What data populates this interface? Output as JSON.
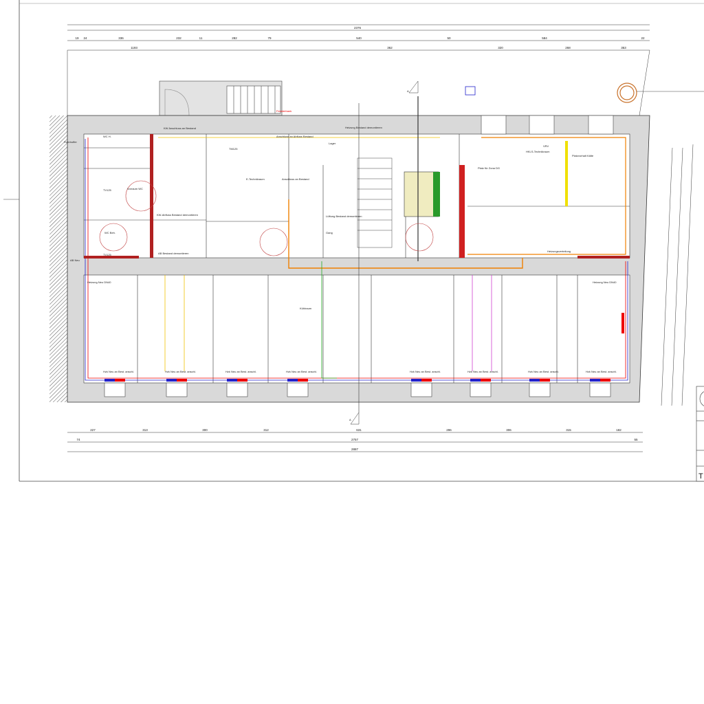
{
  "drawing": {
    "colors": {
      "wall": "#d9d9d9",
      "heating_red": "#e00000",
      "heating_blue": "#2020d0",
      "ventilation_orange": "#f08000",
      "cable_yellow": "#f0e000",
      "green": "#22aa22",
      "magenta": "#d040d0"
    },
    "dimensions": {
      "top_total": "2376",
      "top_row": [
        "19",
        "24",
        "336",
        "232",
        "11",
        "282",
        "79",
        "540",
        "50",
        "584",
        "22"
      ],
      "top_row2": [
        "1193",
        "362",
        "320",
        "268",
        "353"
      ],
      "bottom_row": [
        "227",
        "313",
        "300",
        "312",
        "631",
        "296",
        "306",
        "315",
        "182"
      ],
      "bottom_row2": [
        "74",
        "2757",
        "55"
      ],
      "bottom_total": "2887"
    },
    "labels": {
      "kw_anschluss": "KW Anschluss an Bestand",
      "abfluss_bestand": "Anschluss an Abfluss Bestand",
      "heizung_bestand": "Heizung Bestand demontieren",
      "platz_zona": "Platz für Zona DG",
      "hkls_technikraum": "HKLS-Technikraum",
      "vrv": "VRV",
      "platzvorhalt_kaelte": "Platzvorhalt Kälte",
      "heizungsverteilung": "Heizungsverteilung",
      "heizung_neu_left": "Heizung Neu DN40",
      "heizung_neu_right": "Heizung Neu DN40",
      "tv125_a": "TV125",
      "tm125": "TM125",
      "tv125_b": "TV125",
      "e_technikraum": "E-Technikraum",
      "anschluss_bestand": "Anschluss an Bestand",
      "kw_abfluss": "KW-Abfluss Bestand demontieren",
      "ab_bestand": "AB Bestand demontieren",
      "ab_neu": "AB Neu",
      "rohrbuffer": "Rohrbuffer",
      "vorraum_wc": "Vorraum WC",
      "wc_beh": "WC Beh.",
      "wc_h": "WC H.",
      "gang": "Gang",
      "lager": "Lager",
      "lueftung_bestand": "Lüftung Bestand demontieren",
      "kuehlraum": "Kühlraum",
      "fensterbank": "Fensterbank"
    },
    "radiator_label": "Hzk Neu an Best. anschl.",
    "radiators": [
      "Hzk Neu an Best. anschl.",
      "Hzk Neu an Best. anschl.",
      "Hzk Neu an Best. anschl.",
      "Hzk Neu an Best. anschl.",
      "Hzk Neu an Best. anschl.",
      "Hzk Neu an Best. anschl.",
      "Hzk Neu an Best. anschl.",
      "Hzk Neu an Best. anschl."
    ],
    "section_marker": "A",
    "title_block_letter": "T"
  }
}
